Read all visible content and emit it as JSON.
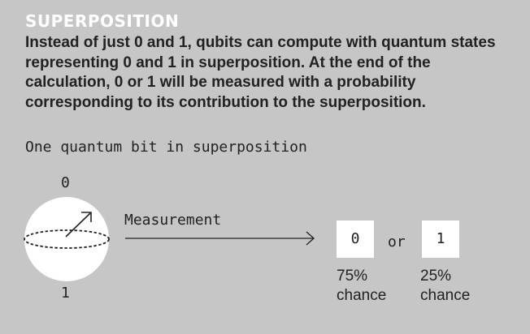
{
  "heading": "SUPERPOSITION",
  "intro": "Instead of just 0 and 1, qubits can compute with quantum states representing 0 and 1 in superposition. At the end of the calculation, 0 or 1 will be measured with a probability corresponding to its contribution to the superposition.",
  "diagram": {
    "title": "One quantum bit in superposition",
    "sphere_top_label": "0",
    "sphere_bottom_label": "1",
    "arrow_label": "Measurement",
    "outcomes": [
      {
        "value": "0",
        "percent": "75%",
        "word": "chance"
      },
      {
        "value": "1",
        "percent": "25%",
        "word": "chance"
      }
    ],
    "or_label": "or"
  },
  "colors": {
    "background": "#c6c6c6",
    "heading": "#ffffff",
    "text": "#222222",
    "box": "#ffffff"
  }
}
